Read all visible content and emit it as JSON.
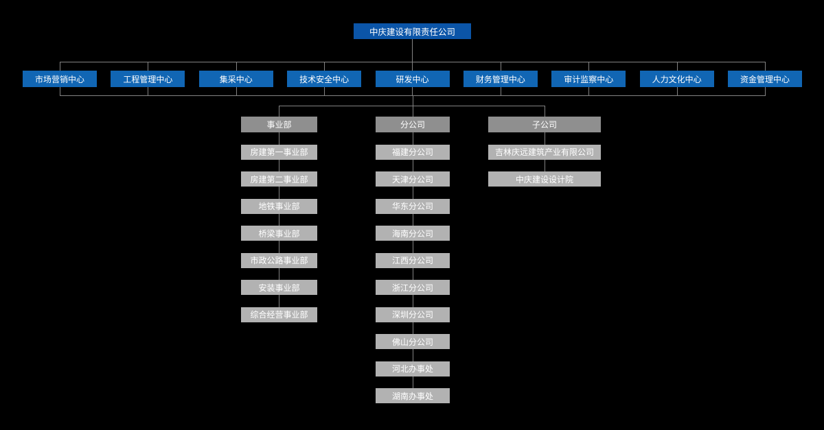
{
  "root": {
    "label": "中庆建设有限责任公司"
  },
  "level2": {
    "items": [
      "市场营销中心",
      "工程管理中心",
      "集采中心",
      "技术安全中心",
      "研发中心",
      "财务管理中心",
      "审计监察中心",
      "人力文化中心",
      "资金管理中心"
    ]
  },
  "columns": [
    {
      "title": "事业部",
      "items": [
        "房建第一事业部",
        "房建第二事业部",
        "地铁事业部",
        "桥梁事业部",
        "市政公路事业部",
        "安装事业部",
        "综合经营事业部"
      ]
    },
    {
      "title": "分公司",
      "items": [
        "福建分公司",
        "天津分公司",
        "华东分公司",
        "海南分公司",
        "江西分公司",
        "浙江分公司",
        "深圳分公司",
        "佛山分公司",
        "河北办事处",
        "湖南办事处"
      ]
    },
    {
      "title": "子公司",
      "items": [
        "吉林庆远建筑产业有限公司",
        "中庆建设设计院"
      ]
    }
  ],
  "colors": {
    "background": "#000000",
    "root_blue": "#0b55a8",
    "dept_blue": "#1166b4",
    "header_gray": "#8f8f8f",
    "item_gray": "#b2b2b2",
    "line_gray": "#848484",
    "text": "#ffffff"
  }
}
